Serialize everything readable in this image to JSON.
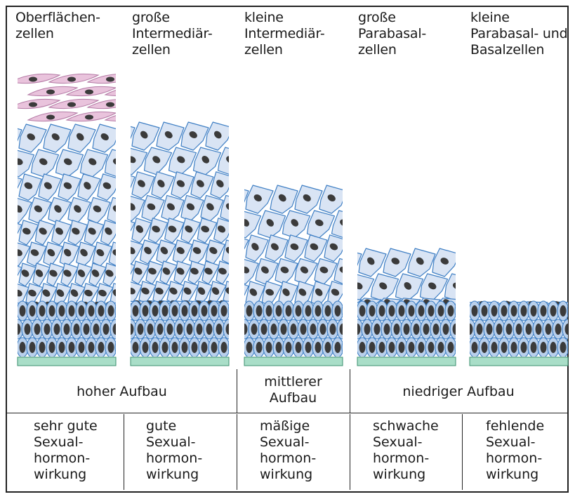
{
  "columns": [
    {
      "header": "Oberflächen-\nzellen"
    },
    {
      "header": "große\nIntermediär-\nzellen"
    },
    {
      "header": "kleine\nIntermediär-\nzellen"
    },
    {
      "header": "große\nParabasal-\nzellen"
    },
    {
      "header": "kleine\nParabasal- und\nBasalzellen"
    }
  ],
  "build_levels": {
    "high": "hoher Aufbau",
    "middle": "mittlerer\nAufbau",
    "low": "niedriger Aufbau"
  },
  "hormone_effects": [
    "sehr gute\nSexual-\nhormon-\nwirkung",
    "gute\nSexual-\nhormon-\nwirkung",
    "mäßige\nSexual-\nhormon-\nwirkung",
    "schwache\nSexual-\nhormon-\nwirkung",
    "fehlende\nSexual-\nhormon-\nwirkung"
  ],
  "colors": {
    "superficial_cell": "#e9c3dc",
    "intermediate_cell": "#d9e4f4",
    "basal_cell": "#b9d0ec",
    "cell_outline": "#3f7fc4",
    "nucleus": "#3b3b3b",
    "membrane": "#a9dec8"
  }
}
